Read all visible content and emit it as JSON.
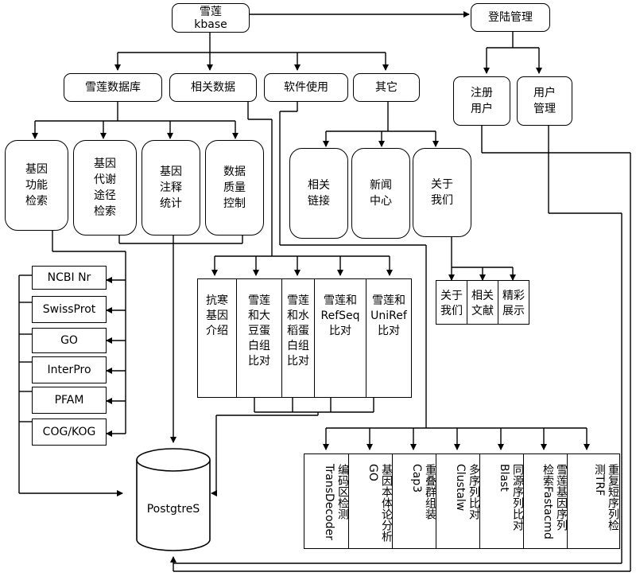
{
  "top": {
    "title": "雪莲\nkbase",
    "login": "登陆管理"
  },
  "level1": {
    "database": "雪莲数据库",
    "related_data": "相关数据",
    "software": "软件使用",
    "other": "其它"
  },
  "user_mgmt": {
    "register": "注册\n用户",
    "manage": "用户\n管理"
  },
  "database_children": [
    "基因\n功能\n检索",
    "基因\n代谢\n途径\n检索",
    "基因\n注释\n统计",
    "数据\n质量\n控制"
  ],
  "other_children": [
    "相关\n链接",
    "新闻\n中心",
    "关于\n我们"
  ],
  "about_children": [
    "关于\n我们",
    "相关\n文献",
    "精彩\n展示"
  ],
  "databases": [
    "NCBI Nr",
    "SwissProt",
    "GO",
    "InterPro",
    "PFAM",
    "COG/KOG"
  ],
  "related_children": [
    "抗寒\n基因\n介绍",
    "雪莲\n和大\n豆蛋\n白组\n比对",
    "雪莲\n和水\n稻蛋\n白组\n比对",
    "雪莲和\nRefSeq\n比对",
    "雪莲和\nUniRef\n比对"
  ],
  "software_tools": [
    "编码区检测\nTransDecoder",
    "基因本体论分析\nGO",
    "重叠群组装\nCap3",
    "多序列比对\nClustalw",
    "同源序列比对\nBlast",
    "雪莲基因序列\n检索Fastacmd",
    "重复短序列检\n测TRF"
  ],
  "storage": {
    "label": "PostgtreS"
  }
}
